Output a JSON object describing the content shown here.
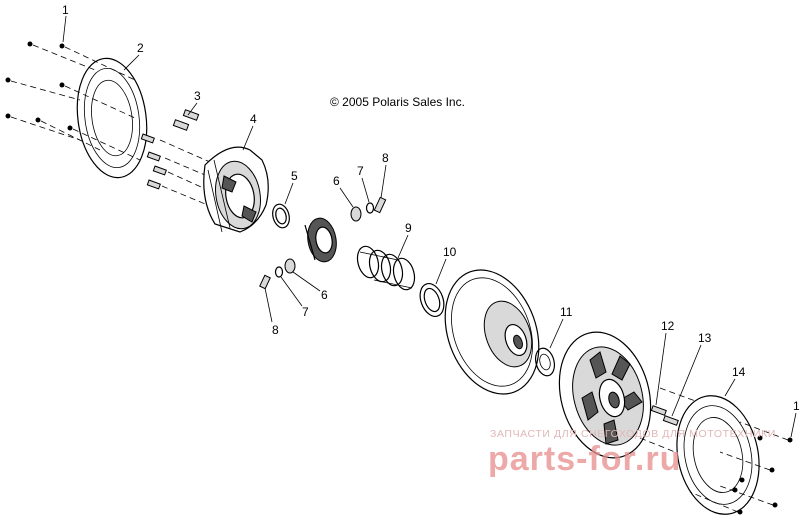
{
  "copyright": "© 2005 Polaris Sales Inc.",
  "callouts": [
    "1",
    "2",
    "3",
    "4",
    "5",
    "6",
    "7",
    "8",
    "9",
    "10",
    "11",
    "12",
    "13",
    "14",
    "6",
    "7",
    "8",
    "1"
  ],
  "watermark": {
    "small": "ЗАПЧАСТИ ДЛЯ СНЕГОХОДОВ ДЛЯ МОТОТЕХНИКИ",
    "big": "parts-for.ru"
  }
}
